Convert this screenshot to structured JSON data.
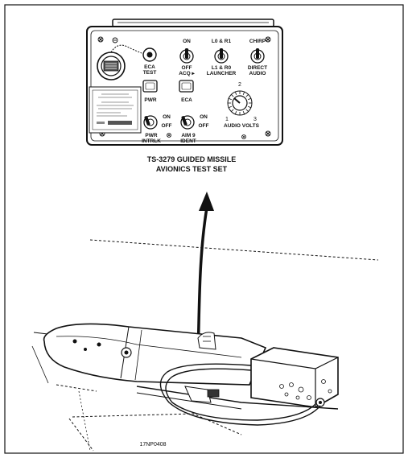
{
  "panel": {
    "switches": {
      "acq": {
        "top": "ON",
        "bottom_1": "OFF",
        "bottom_2": "ACQ ▸"
      },
      "launcher": {
        "top": "L0 & R1",
        "bottom_1": "L1 & R0",
        "bottom_2": "LAUNCHER"
      },
      "audio": {
        "top": "CHIRP",
        "bottom_1": "DIRECT",
        "bottom_2": "AUDIO"
      },
      "pwr_intrlk": {
        "on": "ON",
        "off": "OFF",
        "label_1": "PWR",
        "label_2": "INTRLK"
      },
      "aim9_ident": {
        "on": "ON",
        "off": "OFF",
        "label_1": "AIM 9",
        "label_2": "IDENT"
      }
    },
    "ecatest": {
      "label_1": "ECA",
      "label_2": "TEST"
    },
    "pwr_lamp": "PWR",
    "eca_lamp": "ECA",
    "audio_volts": {
      "label": "AUDIO VOLTS",
      "scale": [
        "1",
        "2",
        "3"
      ]
    }
  },
  "caption": {
    "line_1": "TS-3279 GUIDED MISSILE",
    "line_2": "AVIONICS TEST SET"
  },
  "figure_code": "17NP0408",
  "colors": {
    "ink": "#111111",
    "paper": "#ffffff"
  }
}
